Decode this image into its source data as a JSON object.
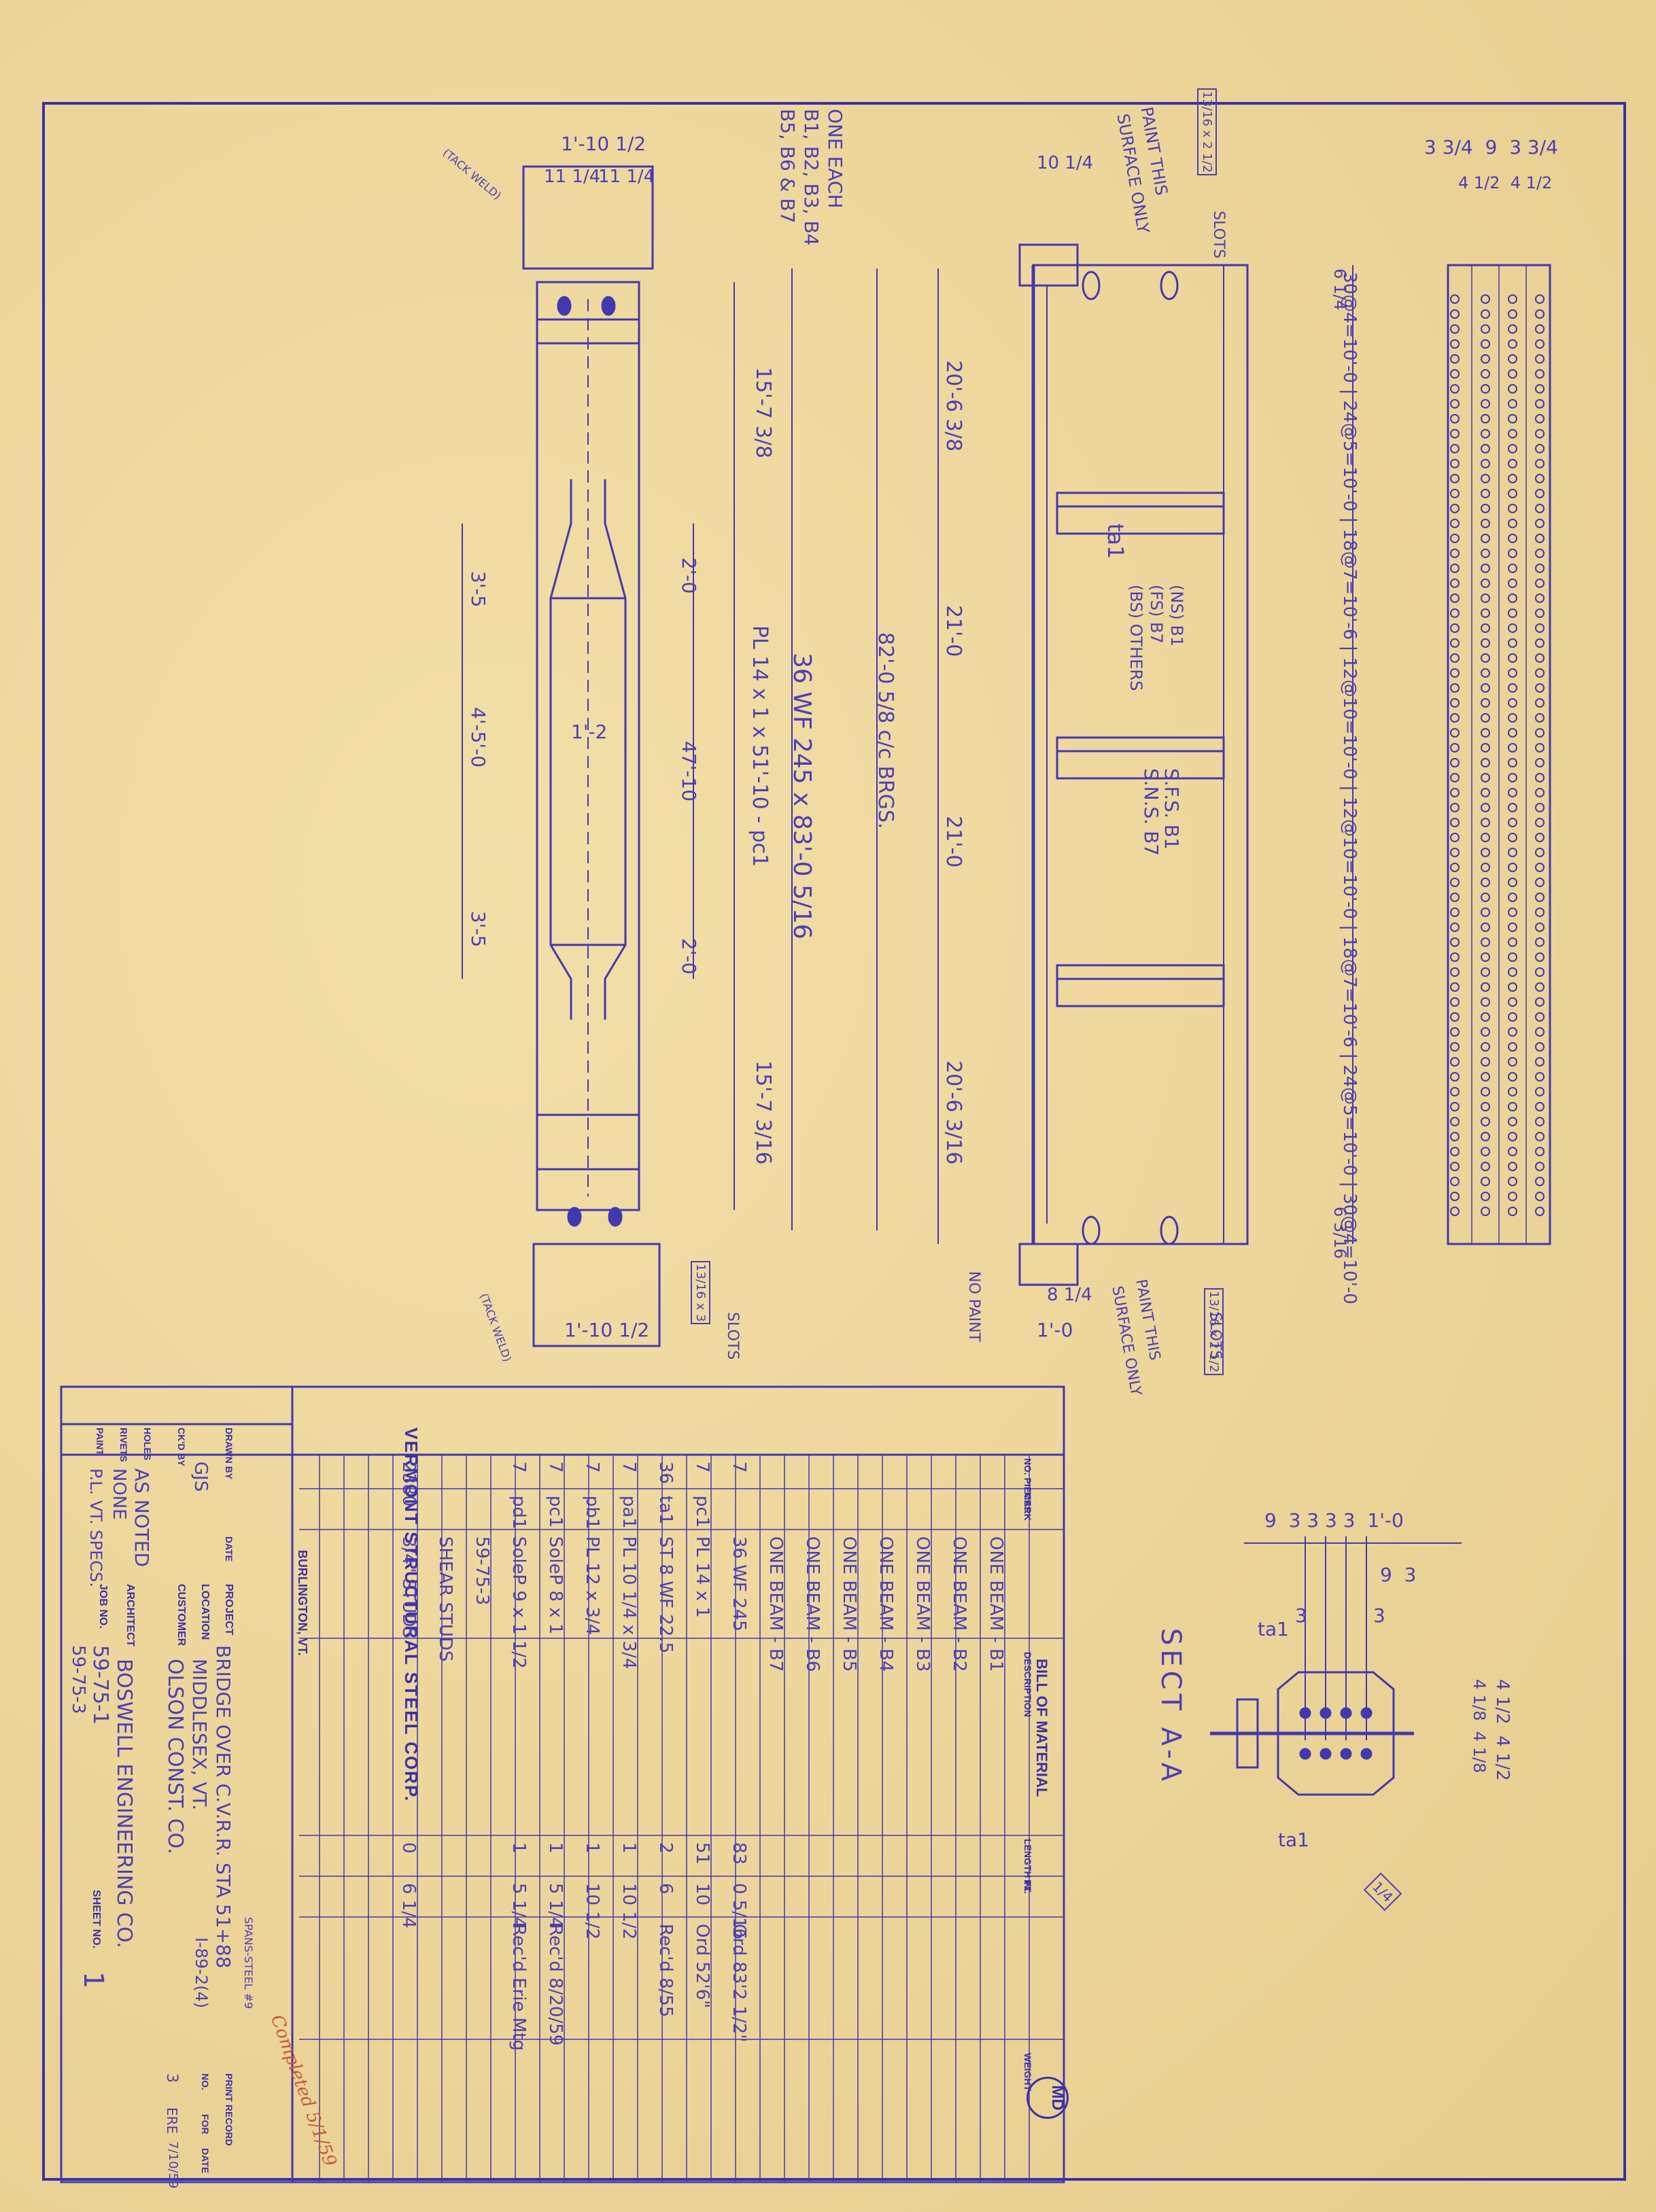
{
  "sheet_title_block": {
    "company": "VERMONT STRUCTURAL STEEL CORP.",
    "city": "BURLINGTON, VT.",
    "labels": {
      "drawn_by": "DRAWN BY",
      "ckd_by": "CK'D BY",
      "date": "DATE",
      "project": "PROJECT",
      "location": "LOCATION",
      "customer": "CUSTOMER",
      "architect": "ARCHITECT",
      "job_no": "JOB NO.",
      "sheet_no": "SHEET NO.",
      "holes": "HOLES",
      "rivets": "RIVETS",
      "paint": "PAINT",
      "print_record": "PRINT RECORD",
      "no": "NO.",
      "for": "FOR"
    },
    "drawn_by_value": "GJS",
    "project_value": "BRIDGE OVER C.V.R.R. STA 51+88",
    "project_note": "SPANS-STEEL #9",
    "location_value": "MIDDLESEX, VT.",
    "location_note": "I-89-2(4)",
    "customer_value": "OLSON CONST. CO.",
    "architect_value": "BOSWELL ENGINEERING CO.",
    "job_no_value": "59-75-1",
    "job_no_value_2": "59-75-3",
    "sheet_no_value": "1",
    "holes_value": "AS NOTED",
    "rivets_value": "NONE",
    "paint_value": "P.L. VT. SPECS.",
    "print_record": {
      "no": "3",
      "for": "ERE",
      "date": "7/10/59"
    },
    "red_note": "Completed 5/1/59"
  },
  "bill_of_material": {
    "title": "BILL OF MATERIAL",
    "headers": [
      "NO. PIECES",
      "MARK",
      "DESCRIPTION",
      "LENGTH FT.",
      "IN.",
      "WEIGHT"
    ],
    "rows": [
      {
        "pieces": "",
        "mark": "",
        "description": "ONE BEAM - B1",
        "ft": "",
        "in": "",
        "weight": ""
      },
      {
        "pieces": "",
        "mark": "",
        "description": "ONE BEAM - B2",
        "ft": "",
        "in": "",
        "weight": ""
      },
      {
        "pieces": "",
        "mark": "",
        "description": "ONE BEAM - B3",
        "ft": "",
        "in": "",
        "weight": ""
      },
      {
        "pieces": "",
        "mark": "",
        "description": "ONE BEAM - B4",
        "ft": "",
        "in": "",
        "weight": ""
      },
      {
        "pieces": "",
        "mark": "",
        "description": "ONE BEAM - B5",
        "ft": "",
        "in": "",
        "weight": ""
      },
      {
        "pieces": "",
        "mark": "",
        "description": "ONE BEAM - B6",
        "ft": "",
        "in": "",
        "weight": ""
      },
      {
        "pieces": "",
        "mark": "",
        "description": "ONE BEAM - B7",
        "ft": "",
        "in": "",
        "weight": ""
      },
      {
        "pieces": "7",
        "mark": "",
        "description": "36 WF 245",
        "ft": "83",
        "in": "0 5/16",
        "weight": "Ord 83'2 1/2\""
      },
      {
        "pieces": "7",
        "mark": "pc1",
        "description": "PL 14 x 1",
        "ft": "51",
        "in": "10",
        "weight": "Ord 52'6\""
      },
      {
        "pieces": "36",
        "mark": "ta1",
        "description": "ST 8 WF 22.5",
        "ft": "2",
        "in": "6",
        "weight": "Rec'd 8/55"
      },
      {
        "pieces": "7",
        "mark": "pa1",
        "description": "PL 10 1/4 x 3/4",
        "ft": "1",
        "in": "10 1/2",
        "weight": ""
      },
      {
        "pieces": "7",
        "mark": "pb1",
        "description": "PL 12 x 3/4",
        "ft": "1",
        "in": "10 1/2",
        "weight": ""
      },
      {
        "pieces": "7",
        "mark": "pc1",
        "description": "SoleP 8 x 1",
        "ft": "1",
        "in": "5 1/4",
        "weight": "Rec'd 8/20/59"
      },
      {
        "pieces": "7",
        "mark": "pd1",
        "description": "SoleP 9 x 1 1/2",
        "ft": "1",
        "in": "5 1/4",
        "weight": "Rec'd Erie Mtg"
      },
      {
        "pieces": "",
        "mark": "",
        "description": "59-75-3",
        "ft": "",
        "in": "",
        "weight": ""
      },
      {
        "pieces": "",
        "mark": "",
        "description": "SHEAR STUDS",
        "ft": "",
        "in": "",
        "weight": ""
      },
      {
        "pieces": "2380",
        "mark": "",
        "description": "3/4\" STUDS",
        "ft": "0",
        "in": "6 1/4",
        "weight": ""
      }
    ]
  },
  "top_notes": {
    "one_each": "ONE EACH",
    "marks_1": "B1, B2, B3, B4",
    "marks_2": "B5, B6 & B7",
    "paint_this": "PAINT THIS",
    "surface_only": "SURFACE ONLY",
    "paint_this_2": "PAINT THIS",
    "surface_only_2": "SURFACE ONLY",
    "no_paint": "NO PAINT",
    "slots": "SLOTS",
    "tack_weld": "(TACK WELD)"
  },
  "dimensions": {
    "overall_beam": "36 WF 245 x 83'-0 5/16",
    "cover_plate": "PL 14 x 1 x 51'-10 - pc1",
    "span": "82'-0 5/8 c/c BRGS.",
    "seg_1": "20'-6 3/8",
    "seg_2": "21'-0",
    "seg_3": "21'-0",
    "seg_4": "20'-6 3/16",
    "end_1": "15'-7 3/8",
    "end_2": "15'-7 3/16",
    "plate_1": "3'-5",
    "plate_2": "4'-5'-0",
    "plate_3": "3'-5",
    "cp_1": "2'-0",
    "cp_2": "47'-10",
    "cp_3": "2'-0",
    "width_a": "1'-10 1/2",
    "width_b": "11 1/4",
    "width_c": "1'-2",
    "pa_width": "10 1/4",
    "pb_width": "8 1/4",
    "pb_len": "1'-0",
    "stud_spacing": "30@4=10'-0 | 24@5=10'-0 | 18@7=10'-6 | 12@10=10'-0 | 12@10=10'-0 | 18@7=10'-6 | 24@5=10'-0 | 30@4=10'-0",
    "stud_top": "3 3/4  9  3 3/4",
    "stud_sub": "4 1/2  4 1/2",
    "stud_end_1": "6 1/4",
    "stud_end_2": "6 3/16",
    "ta1_note": "ta1",
    "ta1_b1": "(NS) B1",
    "ta1_b7": "(FS) B7",
    "ta1_others": "(BS) OTHERS",
    "sfs": "S.F.S. B1",
    "sns": "S.N.S. B7",
    "slot_size_1": "13/16 x 2 1/2",
    "slot_size_2": "13/16 x 3",
    "slot_size_3": "13/16 x 2 1/2"
  },
  "section": {
    "title": "SECT A-A",
    "dims_top": "9  3 3 3 3  1'-0",
    "dims_mid": "9  3",
    "dims_side": "4 1/2  4 1/2",
    "dims_side_2": "4 1/8  4 1/8",
    "weld": "1/4",
    "ta1": "ta1",
    "three": "3"
  },
  "corner_stamp": "MD"
}
